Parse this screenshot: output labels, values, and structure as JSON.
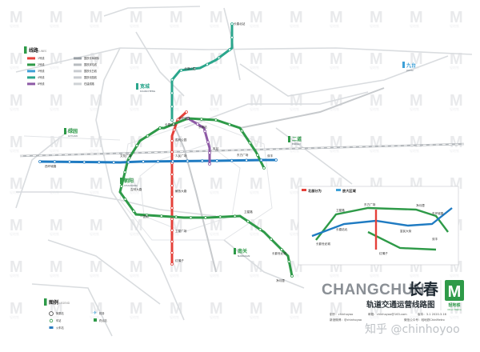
{
  "map": {
    "city_en": "CHANGCHUN",
    "city_cn": "长春",
    "subtitle_cn": "轨道交通运营线路图",
    "brand_cn": "轻地铁",
    "brand_en": "Chun Metro",
    "watermark": "M",
    "watermark_caption": "轻地铁",
    "credits": [
      {
        "label": "制作：",
        "value": "chinhoyoo"
      },
      {
        "label": "邮箱：",
        "value": "chinhoyoo@163.com"
      },
      {
        "label": "版本：",
        "value": "3.1 2020.3.16"
      },
      {
        "label": "新浪微博：",
        "value": "@chinhoyoo"
      },
      {
        "label": "微信公众号：",
        "value": "轻地铁ChinMetro"
      }
    ],
    "zhihu_watermark": "知乎 @chinhoyoo"
  },
  "legend": {
    "lines_title_cn": "线路",
    "lines_title_en": "LINES",
    "lines": [
      {
        "name": "1号线",
        "color": "#e5413a"
      },
      {
        "name": "2号线",
        "color": "#2e9a48"
      },
      {
        "name": "3号线",
        "color": "#3da0d7"
      },
      {
        "name": "4号线",
        "color": "#2aa68c"
      },
      {
        "name": "8号线",
        "color": "#8e5aa6"
      },
      {
        "name": "国铁长珲城际",
        "color": "#9aa0a6"
      },
      {
        "name": "国铁京哈线",
        "color": "#b8bcc0"
      },
      {
        "name": "国铁长白线",
        "color": "#c9ccd0"
      },
      {
        "name": "国铁长图线",
        "color": "#c9ccd0"
      },
      {
        "name": "在建线路",
        "color": "#cfd3d6"
      }
    ],
    "icons_title_cn": "图例",
    "icons_title_en": "LEGEND",
    "icons": [
      {
        "icon": "interchange-icon",
        "label": "换乘站"
      },
      {
        "icon": "station-icon",
        "label": "车站"
      },
      {
        "icon": "railway-station-icon",
        "label": "火车站"
      },
      {
        "icon": "airport-icon",
        "label": "机场"
      },
      {
        "icon": "terminal-icon",
        "label": "终点站"
      }
    ]
  },
  "districts": [
    {
      "cn": "宽城",
      "en": "KUANCHENG"
    },
    {
      "cn": "九台",
      "en": "JIUTAI"
    },
    {
      "cn": "绿园",
      "en": "LVYUAN"
    },
    {
      "cn": "二道",
      "en": "ERDAO"
    },
    {
      "cn": "朝阳",
      "en": "CHAOYANG"
    },
    {
      "cn": "南关",
      "en": "NANGUAN"
    }
  ],
  "inset": {
    "title_left": "北部分为",
    "title_right": "放大区域",
    "stations": [
      "卫星路",
      "东方广场",
      "净月潭",
      "长影世纪城",
      "双丰",
      "红嘴子",
      "富民大街",
      "长春站北",
      "东环城路"
    ]
  },
  "stations": [
    {
      "id": "s1",
      "name": "长春站",
      "color": "#e5413a"
    },
    {
      "id": "s2",
      "name": "北环城路",
      "color": "#e5413a"
    },
    {
      "id": "s3",
      "name": "一匡街",
      "color": "#e5413a"
    },
    {
      "id": "s4",
      "name": "胜利公园",
      "color": "#e5413a"
    },
    {
      "id": "s5",
      "name": "人民广场",
      "color": "#e5413a"
    },
    {
      "id": "s6",
      "name": "解放大路",
      "color": "#e5413a"
    },
    {
      "id": "s7",
      "name": "卫星广场",
      "color": "#e5413a"
    },
    {
      "id": "s8",
      "name": "红嘴子",
      "color": "#e5413a"
    },
    {
      "id": "s9",
      "name": "西环城路",
      "color": "#2e9a48"
    },
    {
      "id": "s10",
      "name": "文化广场",
      "color": "#2e9a48"
    },
    {
      "id": "s11",
      "name": "东方广场",
      "color": "#2e9a48"
    },
    {
      "id": "s12",
      "name": "双丰",
      "color": "#2e9a48"
    },
    {
      "id": "s13",
      "name": "长春站北",
      "color": "#3da0d7"
    },
    {
      "id": "s14",
      "name": "吉林大路",
      "color": "#3da0d7"
    },
    {
      "id": "s15",
      "name": "卫星路",
      "color": "#3da0d7"
    },
    {
      "id": "s16",
      "name": "长影世纪城",
      "color": "#3da0d7"
    },
    {
      "id": "s17",
      "name": "净月潭",
      "color": "#3da0d7"
    },
    {
      "id": "s18",
      "name": "北湖公园",
      "color": "#2aa68c"
    },
    {
      "id": "s19",
      "name": "长春北站",
      "color": "#2aa68c"
    },
    {
      "id": "s20",
      "name": "车站",
      "color": "#8e5aa6"
    }
  ]
}
